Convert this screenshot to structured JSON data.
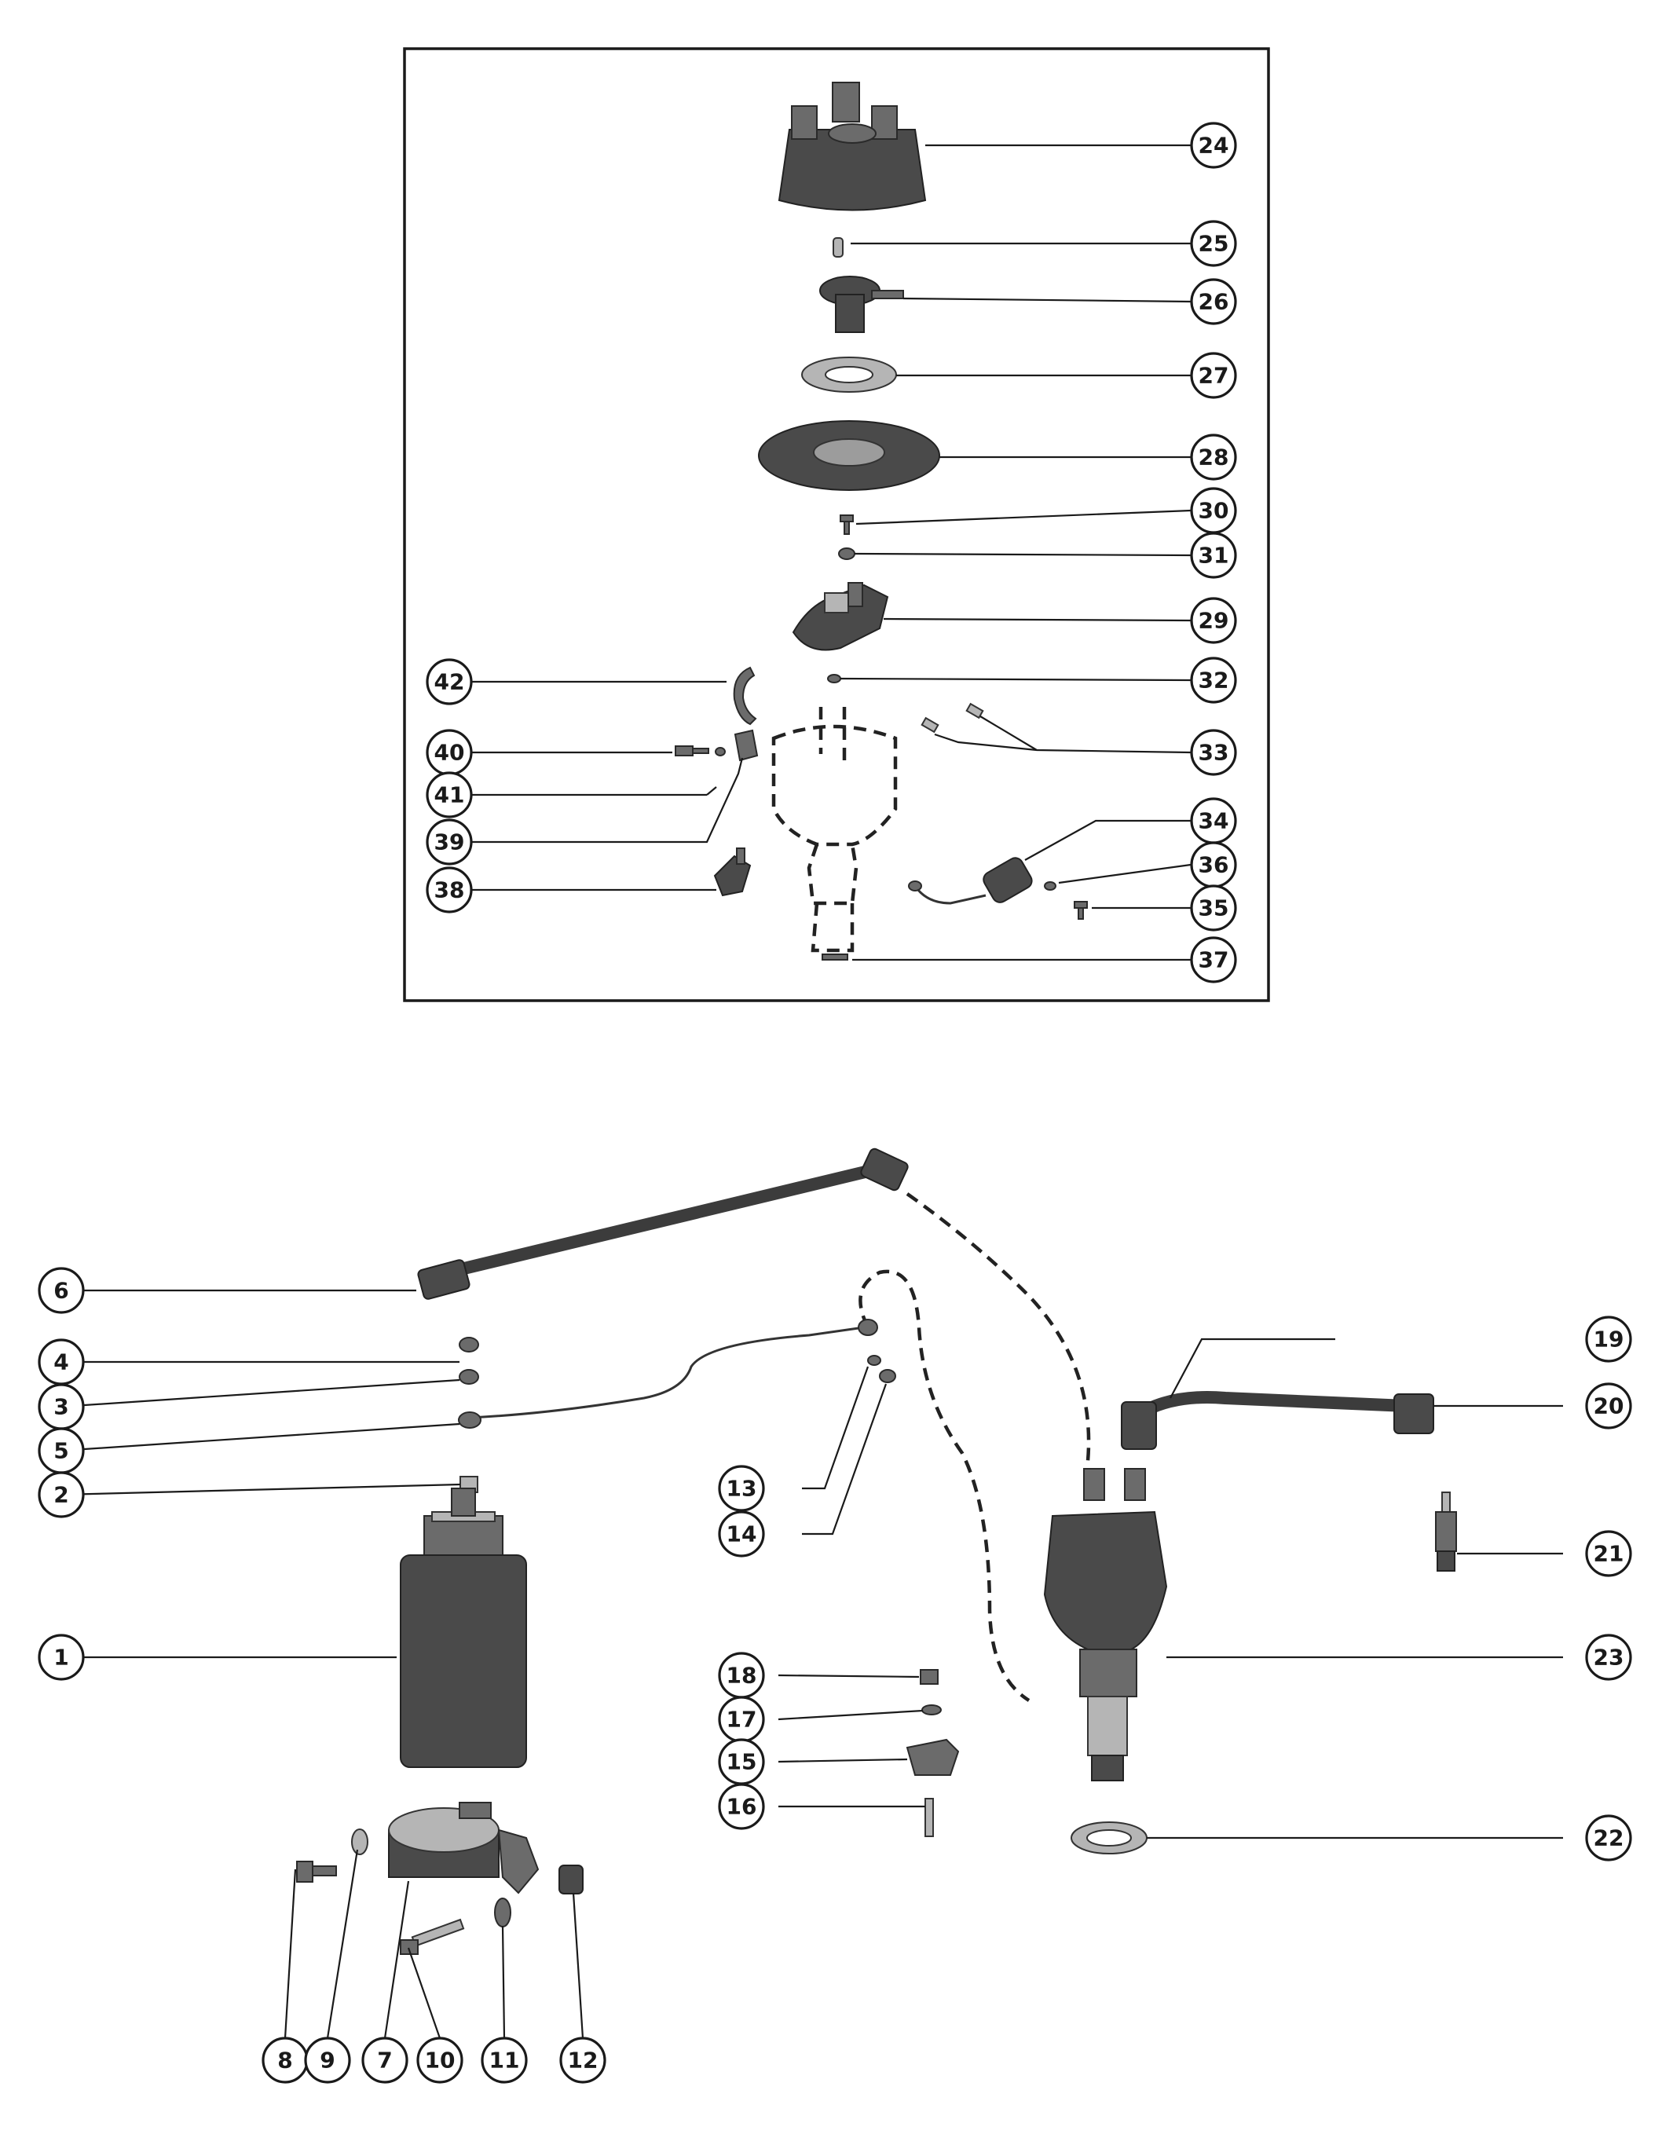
{
  "callouts": [
    "1",
    "2",
    "3",
    "4",
    "5",
    "6",
    "7",
    "8",
    "9",
    "10",
    "11",
    "12",
    "13",
    "14",
    "15",
    "16",
    "17",
    "18",
    "19",
    "20",
    "21",
    "22",
    "23",
    "24",
    "25",
    "26",
    "27",
    "28",
    "29",
    "30",
    "31",
    "32",
    "33",
    "34",
    "35",
    "36",
    "37",
    "38",
    "39",
    "40",
    "41",
    "42"
  ],
  "colors": {
    "ink": "#1a1a1a",
    "part": "#6b6b6b",
    "background": "#ffffff"
  }
}
